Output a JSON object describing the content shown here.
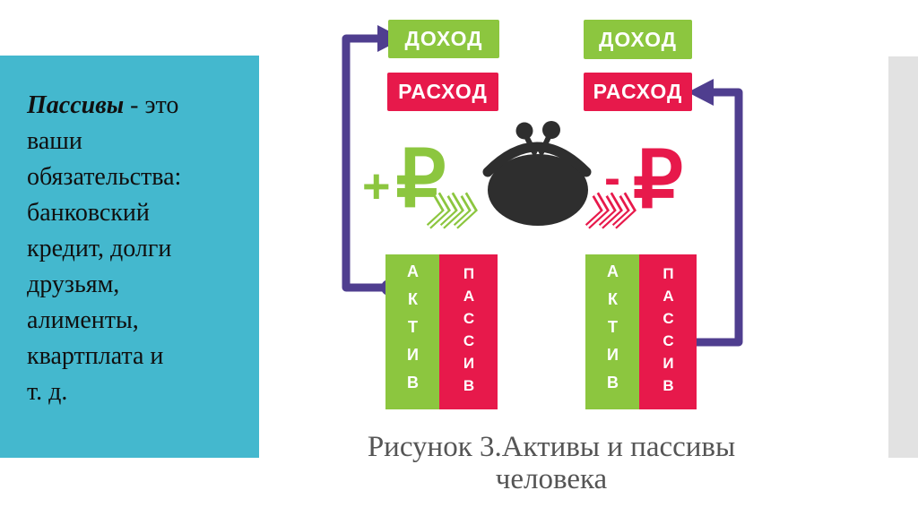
{
  "definition": {
    "term": "Пассивы",
    "term_suffix": " - это",
    "lines": [
      "ваши",
      "обязательства:",
      "банковский",
      "кредит, долги",
      "друзьям,",
      "алименты,",
      "квартплата и",
      "т. д."
    ]
  },
  "diagram": {
    "left_flow": {
      "income": "ДОХОД",
      "expense": "РАСХОД",
      "sign": "+",
      "currency": "₽",
      "asset": "АКТИВ",
      "liability": "ПАССИВ"
    },
    "right_flow": {
      "income": "ДОХОД",
      "expense": "РАСХОД",
      "sign": "-",
      "currency": "₽",
      "asset": "АКТИВ",
      "liability": "ПАССИВ"
    },
    "icons": {
      "wallet": "coin-purse-icon",
      "left_arrows": "triple-chevron-right-green",
      "right_arrows": "triple-chevron-right-red",
      "asset_connector": "purple-elbow-arrow-asset-to-income",
      "liability_connector": "purple-elbow-arrow-liability-to-expense"
    }
  },
  "caption": {
    "line1": "Рисунок 3.Активы и пассивы",
    "line2": "человека"
  },
  "colors": {
    "panel_cyan": "#44B8CE",
    "green": "#8CC63F",
    "red": "#E7194B",
    "purple": "#4F3E8F",
    "wallet": "#2E2E2E",
    "caption_text": "#555555",
    "side_strip": "#E2E2E2"
  }
}
